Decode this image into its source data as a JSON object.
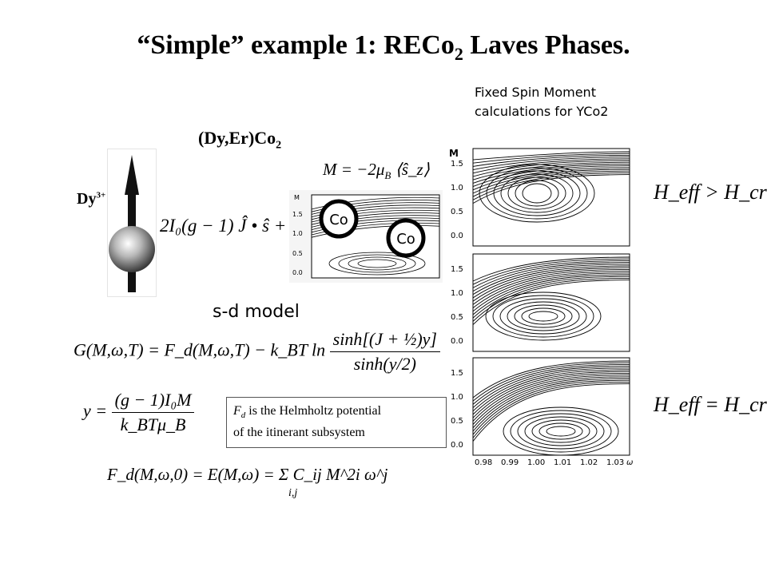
{
  "slide": {
    "title_main": "“Simple” example 1: RECo",
    "title_sub": "2",
    "title_end": " Laves Phases.",
    "fsm_line1": "Fixed Spin Moment",
    "fsm_line2": "calculations for YCo2",
    "compound_main": "(Dy,Er)Co",
    "compound_sub": "2",
    "dy_label": "Dy",
    "dy_sup": "3+",
    "sd_model": "s-d model",
    "co_label_1": "Co",
    "co_label_2": "Co",
    "eq_moment": "M = −2μ",
    "eq_moment_tail": "⟨ŝ_z⟩",
    "eq_coupling": "2I₀(g − 1) Ĵ • ŝ +",
    "eq_G_left": "G(M,ω,T) = F_d(M,ω,T) − k_BT ln",
    "eq_G_num": "sinh[(J + ½)y]",
    "eq_G_den": "sinh(y/2)",
    "eq_y_left": "y =",
    "eq_y_num": "(g − 1)I₀M",
    "eq_y_den": "k_BTμ_B",
    "eq_Fd": "F_d(M,ω,0) = E(M,ω) = Σ C_ij M^2i ω^j",
    "eq_Fd_sum_index": "i,j",
    "note_line1_italic": "F",
    "note_line1_sub": "d",
    "note_line1_rest": " is the Helmholtz potential",
    "note_line2": "of the itinerant subsystem",
    "heff_gt": "H_eff > H_crit",
    "heff_eq": "H_eff = H_crit"
  },
  "small_plot": {
    "ylabel": "M",
    "yticks": [
      "1.5",
      "1.0",
      "0.5",
      "0.0"
    ]
  },
  "contour_panels": {
    "ylabel": "M",
    "yticks": [
      "1.5",
      "1.0",
      "0.5",
      "0.0"
    ],
    "xticks": [
      "0.98",
      "0.99",
      "1.00",
      "1.01",
      "1.02",
      "1.03"
    ],
    "xlabel": "ω"
  }
}
